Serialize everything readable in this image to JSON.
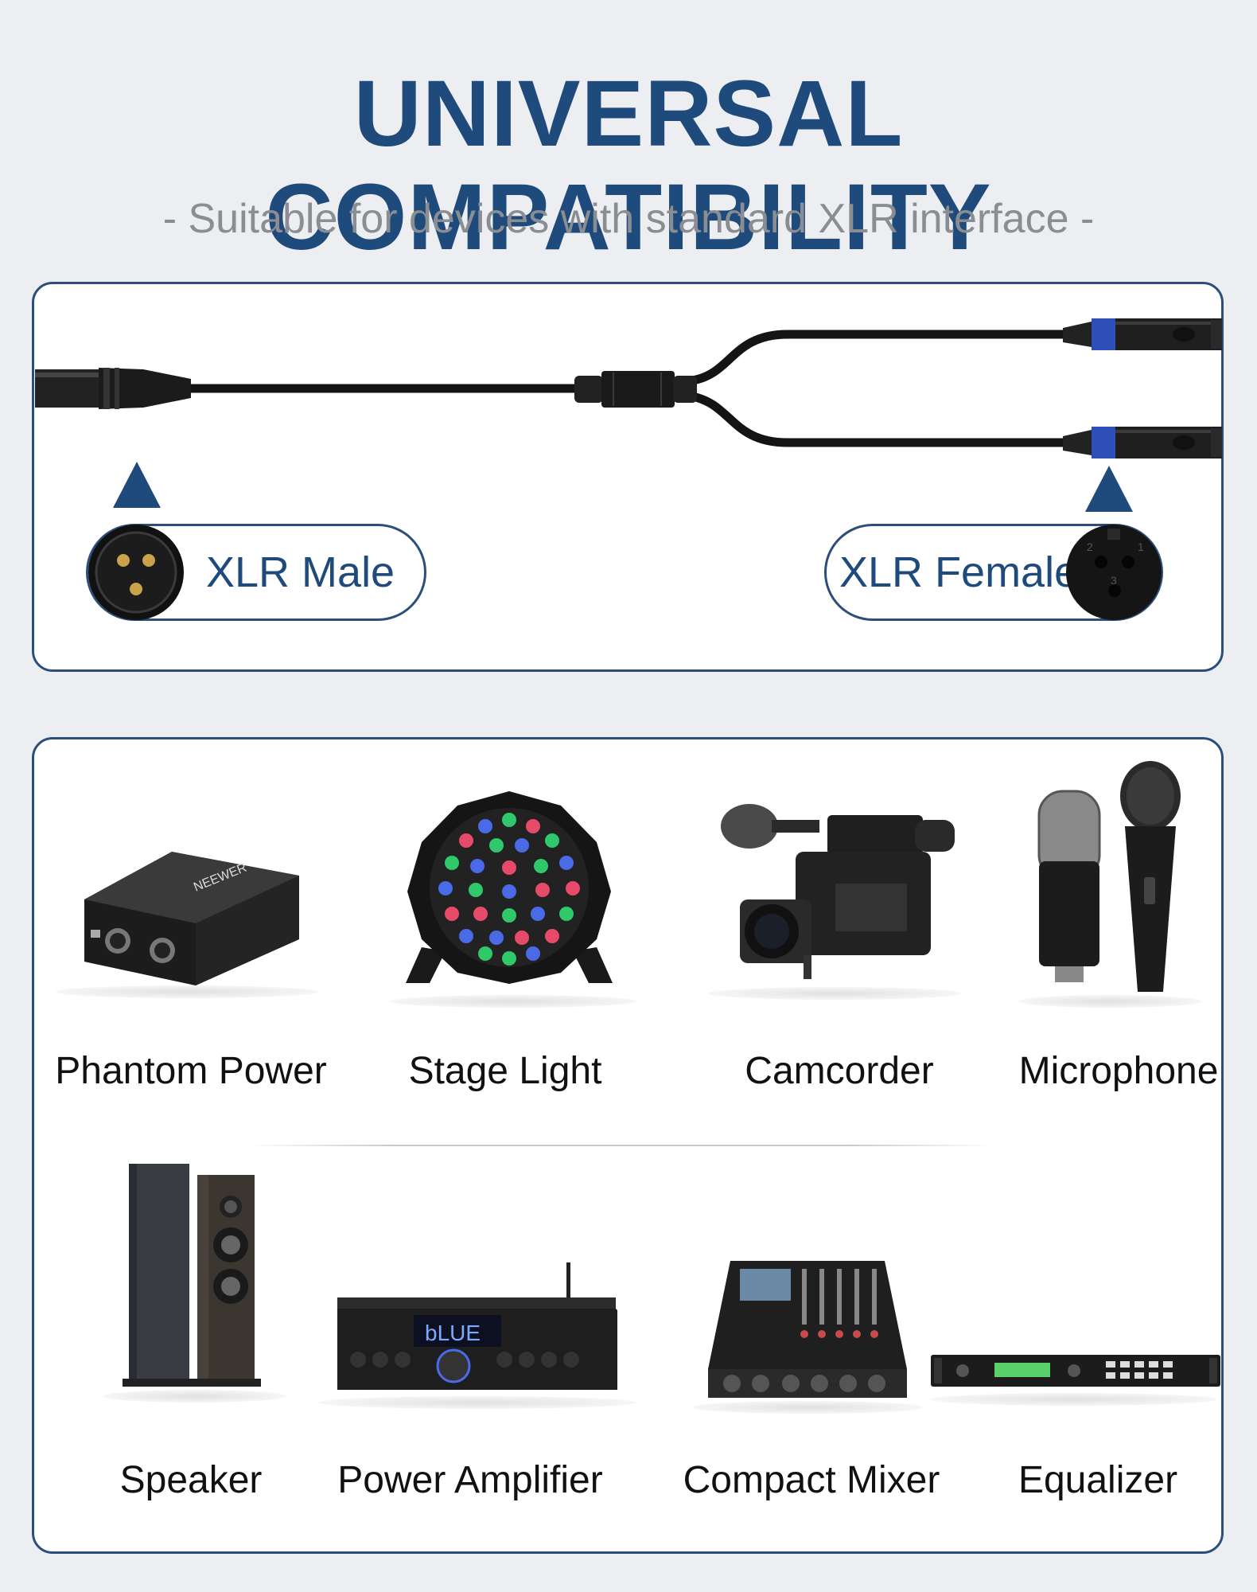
{
  "header": {
    "title": "UNIVERSAL COMPATIBILITY",
    "subtitle": "- Suitable for devices with standard XLR interface -"
  },
  "cable": {
    "male_label": "XLR Male",
    "female_label": "XLR Female",
    "female_pin_numbers": [
      "2",
      "1",
      "3"
    ]
  },
  "devices": {
    "row1": [
      {
        "label": "Phantom Power"
      },
      {
        "label": "Stage Light"
      },
      {
        "label": "Camcorder"
      },
      {
        "label": "Microphone"
      }
    ],
    "row2": [
      {
        "label": "Speaker"
      },
      {
        "label": "Power Amplifier"
      },
      {
        "label": "Compact Mixer"
      },
      {
        "label": "Equalizer"
      }
    ]
  },
  "product_marks": {
    "phantom_brand": "NEEWER",
    "amp_display": "bLUE"
  },
  "colors": {
    "accent": "#1f4a7c",
    "connector_blue": "#2e4fb8",
    "background": "#eceef1"
  }
}
